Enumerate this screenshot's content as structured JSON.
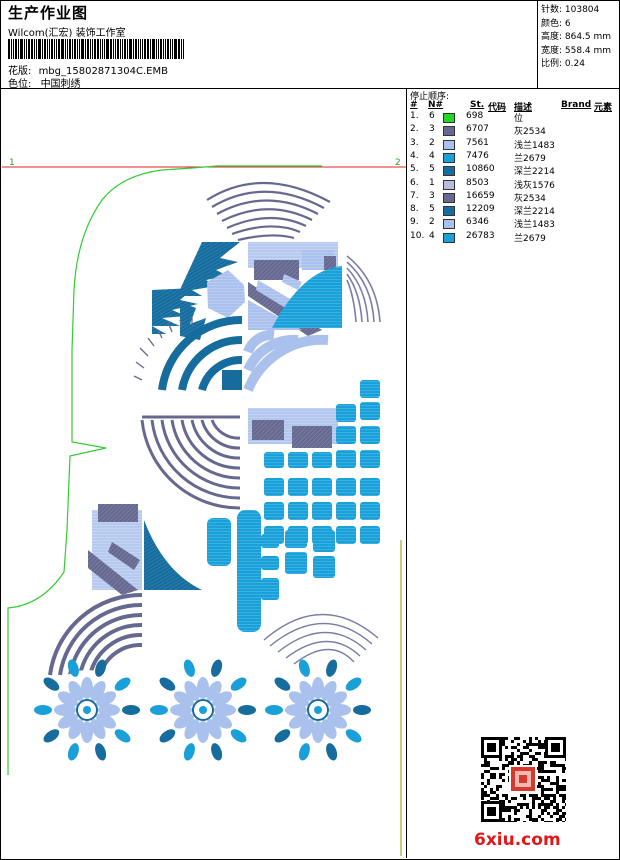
{
  "header": {
    "title": "生产作业图",
    "company": "Wilcom(汇宏) 装饰工作室",
    "pattern_label": "花版:",
    "pattern_value": "mbg_15802871304C.EMB",
    "color_label": "色位:",
    "color_value": "中国刺绣"
  },
  "stats": {
    "stitches": "针数: 103804",
    "colors": "颜色: 6",
    "height": "高度: 864.5 mm",
    "width": "宽度: 558.4 mm",
    "scale": "比例: 0.24"
  },
  "legend": {
    "title": "停止顺序:",
    "headers": {
      "num": "#",
      "n": "N#",
      "st": "St.",
      "code": "代码",
      "desc": "描述",
      "brand": "Brand",
      "elem": "元素"
    },
    "rows": [
      {
        "num": "1.",
        "n": "6",
        "color": "#22d822",
        "st": "698",
        "desc": "位"
      },
      {
        "num": "2.",
        "n": "3",
        "color": "#66698f",
        "st": "6707",
        "desc": "灰2534"
      },
      {
        "num": "3.",
        "n": "2",
        "color": "#a9c1ec",
        "st": "7561",
        "desc": "浅兰1483"
      },
      {
        "num": "4.",
        "n": "4",
        "color": "#1aa0d8",
        "st": "7476",
        "desc": "兰2679"
      },
      {
        "num": "5.",
        "n": "5",
        "color": "#166c9c",
        "st": "10860",
        "desc": "深兰2214"
      },
      {
        "num": "6.",
        "n": "1",
        "color": "#b9bbdd",
        "st": "8503",
        "desc": "浅灰1576"
      },
      {
        "num": "7.",
        "n": "3",
        "color": "#66698f",
        "st": "16659",
        "desc": "灰2534"
      },
      {
        "num": "8.",
        "n": "5",
        "color": "#166c9c",
        "st": "12209",
        "desc": "深兰2214"
      },
      {
        "num": "9.",
        "n": "2",
        "color": "#a9c1ec",
        "st": "6346",
        "desc": "浅兰1483"
      },
      {
        "num": "10.",
        "n": "4",
        "color": "#1aa0d8",
        "st": "26783",
        "desc": "兰2679"
      }
    ]
  },
  "canvas": {
    "marker_left": "1",
    "marker_right": "2"
  },
  "watermark": {
    "site": "6xiu.com"
  }
}
